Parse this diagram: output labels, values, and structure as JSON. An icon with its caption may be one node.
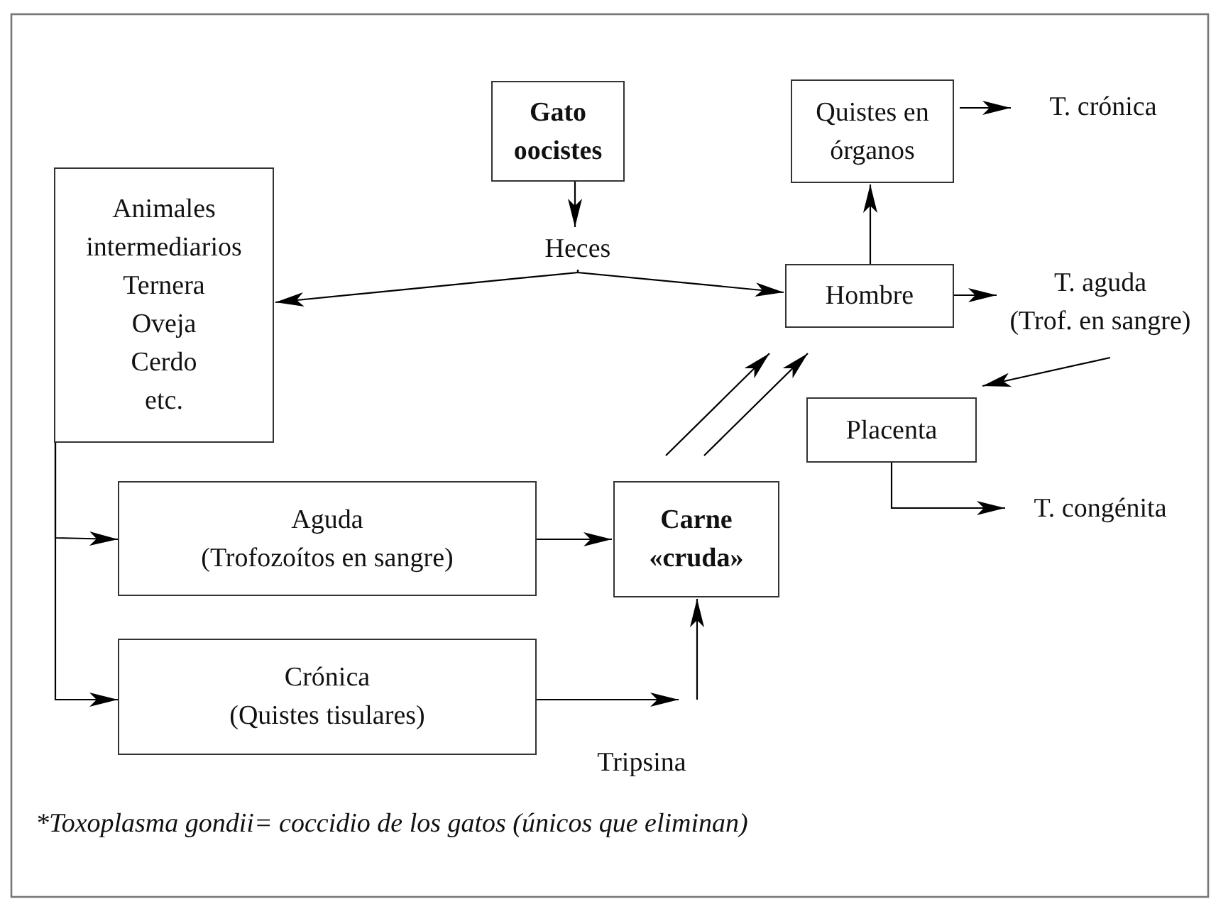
{
  "diagram": {
    "nodes": [
      {
        "text": [
          "Gato oocistes"
        ]
      },
      {
        "text": [
          "Heces"
        ]
      },
      {
        "text": [
          "Animales intermediarios",
          "Ternera",
          "Oveja",
          "Cerdo",
          "etc."
        ]
      },
      {
        "text": [
          "Quistes en órganos"
        ]
      },
      {
        "text": [
          "T. crónica"
        ]
      },
      {
        "text": [
          "Hombre"
        ]
      },
      {
        "text": [
          "T. aguda",
          "(Trof. en sangre)"
        ]
      },
      {
        "text": [
          "Placenta"
        ]
      },
      {
        "text": [
          "T. congénita"
        ]
      },
      {
        "text": [
          "Aguda",
          "(Trofozoítos en sangre)"
        ]
      },
      {
        "text": [
          "Carne «cruda»"
        ]
      },
      {
        "text": [
          "Crónica",
          "(Quistes tisulares)"
        ]
      },
      {
        "text": [
          "Tripsina"
        ]
      }
    ],
    "edges": [
      {
        "from": 0,
        "to": 1,
        "arrow": "to"
      },
      {
        "from": 1,
        "to": 2,
        "arrow": "to"
      },
      {
        "from": 1,
        "to": 5,
        "arrow": "to"
      },
      {
        "from": 5,
        "to": 3,
        "arrow": "to"
      },
      {
        "from": 3,
        "to": 4,
        "arrow": "to"
      },
      {
        "from": 5,
        "to": 6,
        "arrow": "to"
      },
      {
        "from": 6,
        "to": 7,
        "arrow": "to"
      },
      {
        "from": 7,
        "to": 8,
        "arrow": "to"
      },
      {
        "from": 2,
        "to": 9,
        "arrow": "to"
      },
      {
        "from": 2,
        "to": 11,
        "arrow": "to"
      },
      {
        "from": 9,
        "to": 10,
        "arrow": "to"
      },
      {
        "from": 10,
        "to": 5,
        "arrow": "to"
      },
      {
        "from": 10,
        "to": 5,
        "arrow": "to"
      },
      {
        "from": 11,
        "to": 12,
        "arrow": "to"
      },
      {
        "from": 12,
        "to": 10,
        "arrow": "to"
      }
    ],
    "labels": [
      "*Toxoplasma gondii= coccidio de los gatos (únicos que eliminan)"
    ]
  }
}
